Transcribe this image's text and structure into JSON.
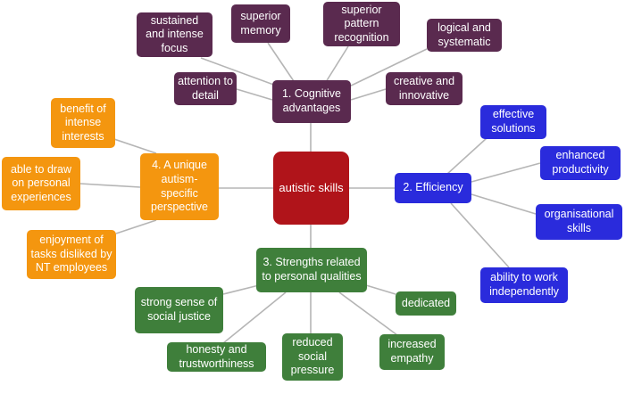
{
  "colors": {
    "center": "#b0141a",
    "cognitive": "#5a2a4f",
    "efficiency": "#2a2bdc",
    "perspective": "#f4960f",
    "strengths": "#3f7f3b",
    "connector": "#b5b5b5"
  },
  "center": {
    "label": "autistic skills"
  },
  "cognitive": {
    "label": "1. Cognitive advantages",
    "items": [
      "sustained and intense focus",
      "superior memory",
      "superior pattern recognition",
      "logical and systematic",
      "attention to detail",
      "creative and innovative"
    ]
  },
  "efficiency": {
    "label": "2. Efficiency",
    "items": [
      "effective solutions",
      "enhanced productivity",
      "organisational skills",
      "ability to work independently"
    ]
  },
  "strengths": {
    "label": "3. Strengths related to personal qualities",
    "items": [
      "strong sense of social justice",
      "dedicated",
      "honesty and trustworthiness",
      "reduced social pressure",
      "increased empathy"
    ]
  },
  "perspective": {
    "label": "4. A unique autism-specific perspective",
    "items": [
      "benefit of intense interests",
      "able to draw on personal experiences",
      "enjoyment of tasks disliked by NT employees"
    ]
  }
}
